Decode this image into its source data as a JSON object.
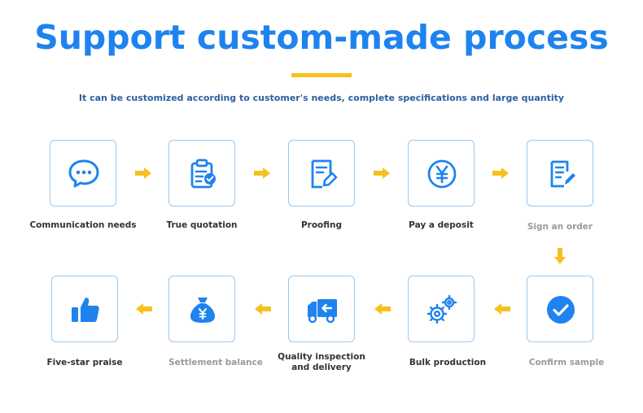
{
  "header": {
    "title": "Support custom-made process",
    "subtitle": "It can be customized according to customer's needs, complete specifications and large quantity"
  },
  "colors": {
    "primary": "#1e83ee",
    "accent": "#f7c01e",
    "border": "#9cc7ee"
  },
  "steps": [
    {
      "label": "Communication needs",
      "icon": "chat-bubbles-icon"
    },
    {
      "label": "True quotation",
      "icon": "clipboard-check-icon"
    },
    {
      "label": "Proofing",
      "icon": "document-edit-icon"
    },
    {
      "label": "Pay a deposit",
      "icon": "yen-coin-icon"
    },
    {
      "label": "Sign an order",
      "icon": "order-document-pen-icon"
    },
    {
      "label": "Confirm sample",
      "icon": "check-circle-icon"
    },
    {
      "label": "Bulk production",
      "icon": "gears-icon"
    },
    {
      "label": "Quality inspection and delivery",
      "icon": "delivery-truck-icon"
    },
    {
      "label": "Settlement balance",
      "icon": "money-bag-icon"
    },
    {
      "label": "Five-star praise",
      "icon": "thumbs-up-icon"
    }
  ]
}
